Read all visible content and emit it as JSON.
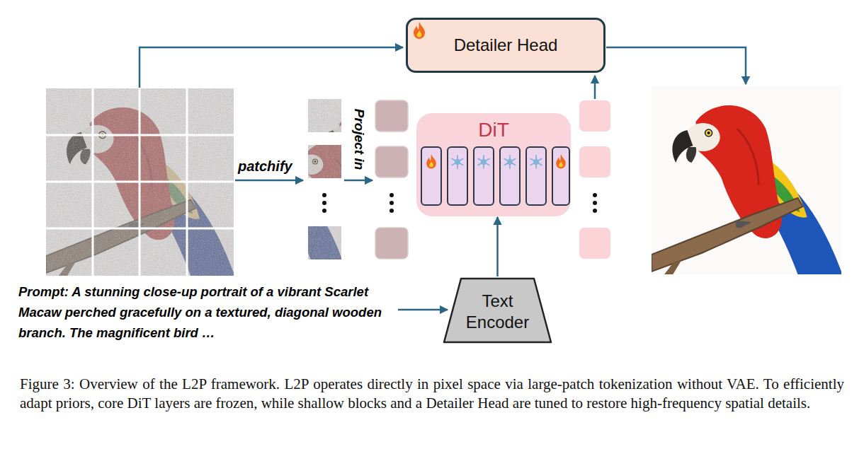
{
  "diagram": {
    "caption": "Figure 3: Overview of the L2P framework. L2P operates directly in pixel space via large-patch tokenization without VAE. To efficiently adapt priors, core DiT layers are frozen, while shallow blocks and a Detailer Head are tuned to restore high-frequency spatial details.",
    "nodes": [
      {
        "text": [
          "Detailer Head"
        ]
      },
      {
        "text": [
          "DiT"
        ]
      },
      {
        "text": [
          "Text Encoder"
        ]
      }
    ],
    "edges": [
      {
        "from": 2,
        "to": 1,
        "arrow": "to"
      }
    ],
    "labels": [
      "patchify",
      "Project in",
      "Prompt: A stunning close-up portrait of a vibrant Scarlet Macaw perched gracefully on a textured, diagonal wooden branch. The magnificent bird …"
    ]
  }
}
